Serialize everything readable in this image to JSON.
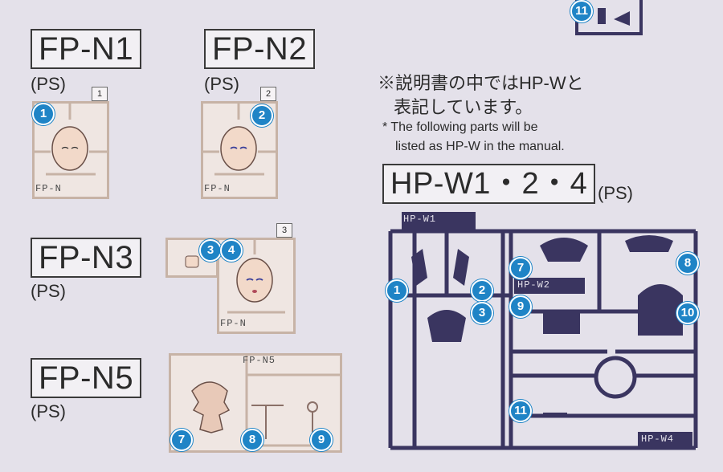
{
  "fpn1": {
    "title": "FP-N1",
    "ps": "(PS)",
    "tab": "1",
    "plate": "FP-N",
    "badges": [
      "1"
    ]
  },
  "fpn2": {
    "title": "FP-N2",
    "ps": "(PS)",
    "tab": "2",
    "plate": "FP-N",
    "badges": [
      "2"
    ]
  },
  "fpn3": {
    "title": "FP-N3",
    "ps": "(PS)",
    "tab": "3",
    "plate": "FP-N",
    "badges": [
      "3",
      "4"
    ]
  },
  "fpn5": {
    "title": "FP-N5",
    "ps": "(PS)",
    "plate": "FP-N5",
    "badges": [
      "7",
      "8",
      "9"
    ]
  },
  "note": {
    "jp_line1": "※説明書の中ではHP-Wと",
    "jp_line2": "表記しています。",
    "en_line1": "* The following parts will be",
    "en_line2": "listed as HP-W in the manual."
  },
  "hpw": {
    "title": "HP-W1・2・4",
    "ps": "(PS)",
    "plate1": "HP-W1",
    "plate2": "HP-W2",
    "plate4": "HP-W4",
    "badges": [
      "1",
      "2",
      "3",
      "7",
      "8",
      "9",
      "10",
      "11"
    ],
    "top_badge": "11"
  },
  "colors": {
    "badge": "#1f84c6",
    "dark_sprue": "#3a3560",
    "pale_sprue": "#c7b3a6"
  }
}
